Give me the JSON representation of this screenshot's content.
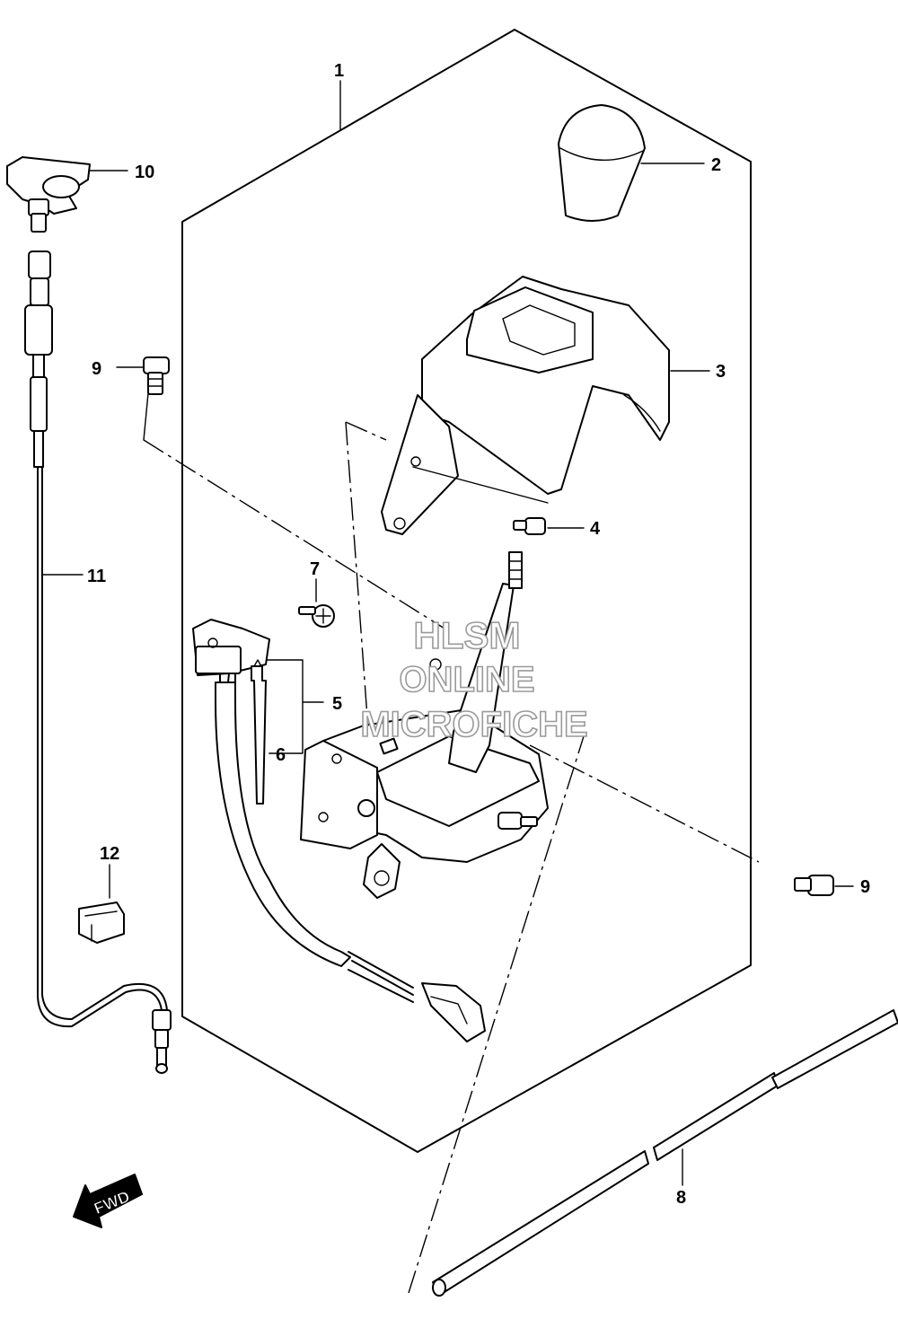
{
  "callouts": [
    {
      "id": "1",
      "text": "1"
    },
    {
      "id": "2",
      "text": "2"
    },
    {
      "id": "3",
      "text": "3"
    },
    {
      "id": "4",
      "text": "4"
    },
    {
      "id": "5",
      "text": "5"
    },
    {
      "id": "6",
      "text": "6"
    },
    {
      "id": "7",
      "text": "7"
    },
    {
      "id": "8",
      "text": "8"
    },
    {
      "id": "9a",
      "text": "9"
    },
    {
      "id": "9b",
      "text": "9"
    },
    {
      "id": "10",
      "text": "10"
    },
    {
      "id": "11",
      "text": "11"
    },
    {
      "id": "12",
      "text": "12"
    }
  ],
  "watermark": {
    "line1": "HLSM",
    "line2": "ONLINE",
    "line3": "MICROFICHE"
  },
  "direction_arrow": {
    "label": "FWD",
    "icon": "fwd-arrow-icon"
  }
}
